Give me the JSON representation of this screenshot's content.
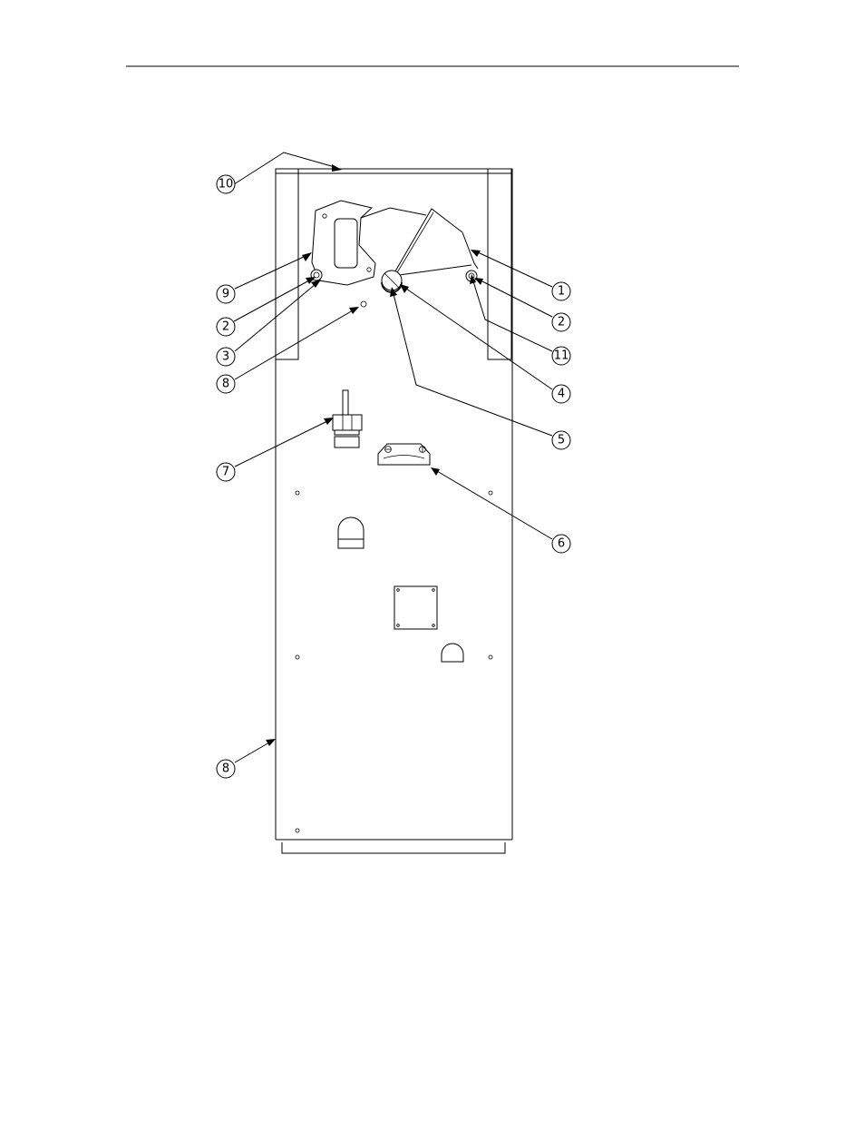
{
  "callouts": [
    {
      "id": "c10a",
      "label": "10"
    },
    {
      "id": "c9",
      "label": "9"
    },
    {
      "id": "c2a",
      "label": "2"
    },
    {
      "id": "c3",
      "label": "3"
    },
    {
      "id": "c8a",
      "label": "8"
    },
    {
      "id": "c7",
      "label": "7"
    },
    {
      "id": "c8b",
      "label": "8"
    },
    {
      "id": "c1",
      "label": "1"
    },
    {
      "id": "c2b",
      "label": "2"
    },
    {
      "id": "c11",
      "label": "11"
    },
    {
      "id": "c4",
      "label": "4"
    },
    {
      "id": "c5",
      "label": "5"
    },
    {
      "id": "c6",
      "label": "6"
    }
  ]
}
